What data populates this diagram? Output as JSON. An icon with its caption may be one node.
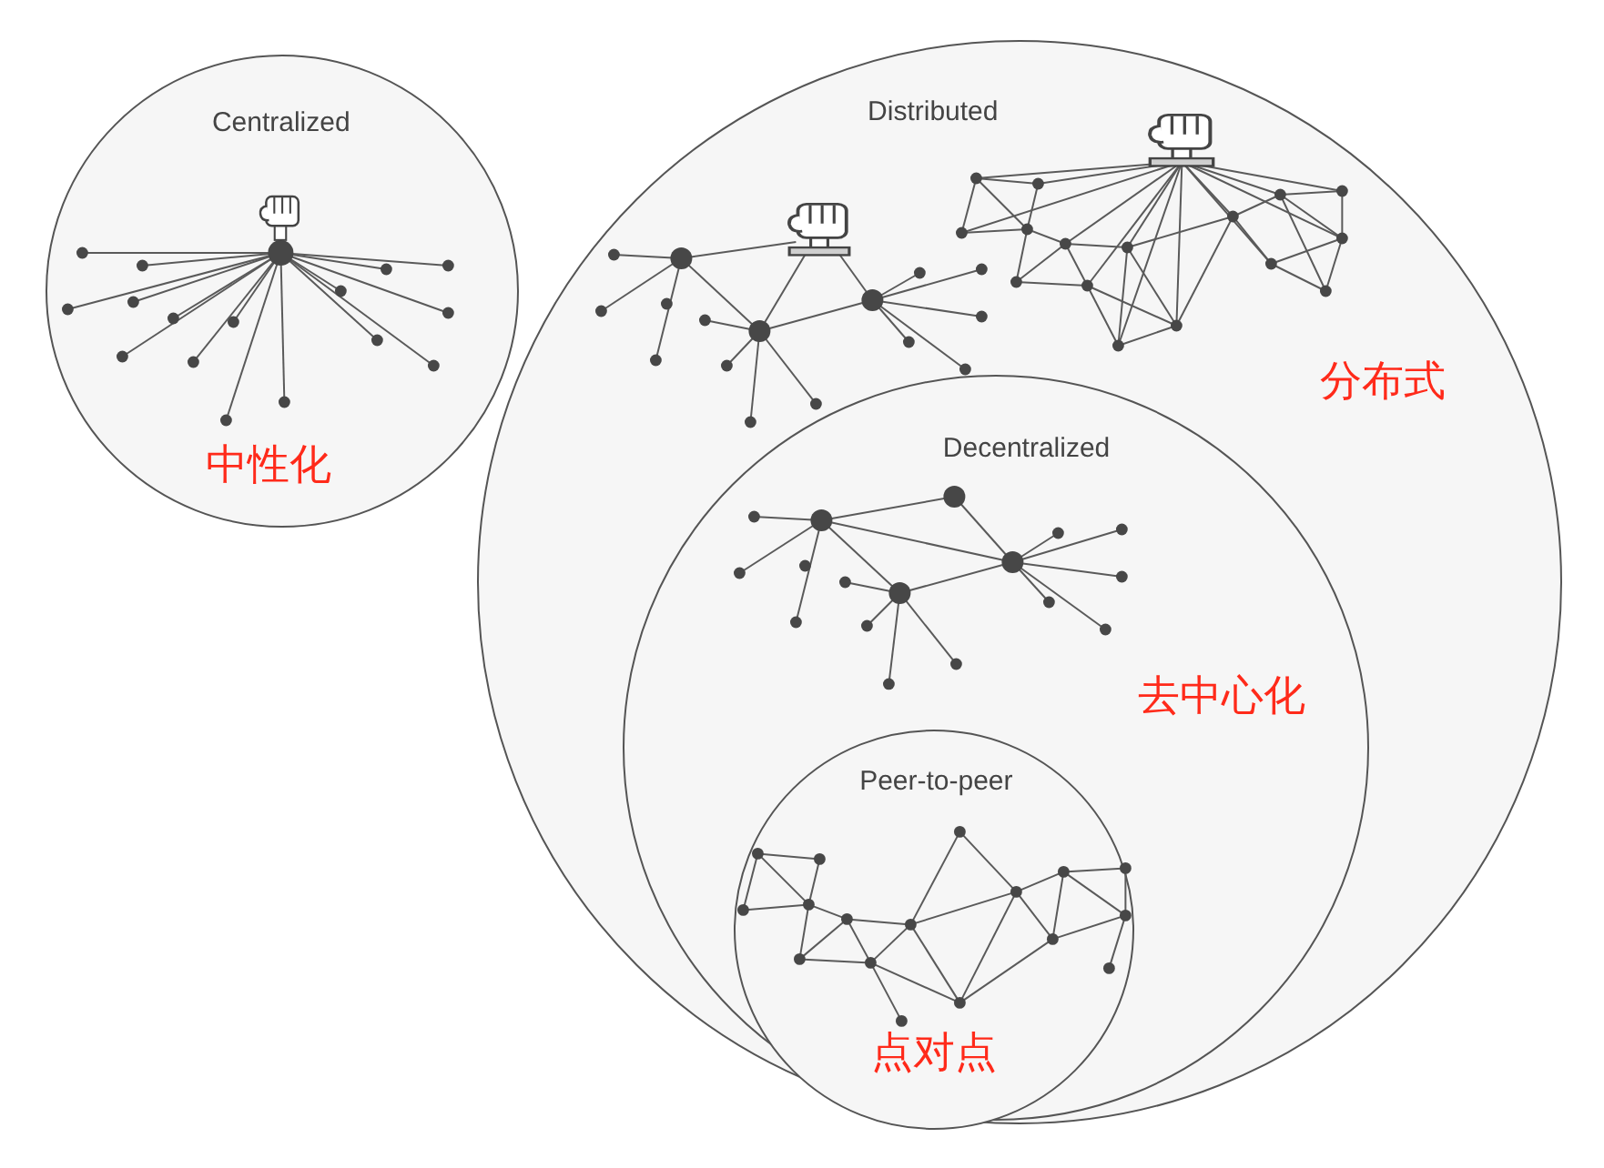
{
  "diagram": {
    "nodes": [
      {
        "text": [
          "Centralized",
          "中性化"
        ]
      },
      {
        "text": [
          "Distributed",
          "分布式"
        ]
      },
      {
        "text": [
          "Decentralized",
          "去中心化"
        ],
        "in": 1
      },
      {
        "text": [
          "Peer-to-peer",
          "点对点"
        ],
        "in": 2
      }
    ]
  }
}
